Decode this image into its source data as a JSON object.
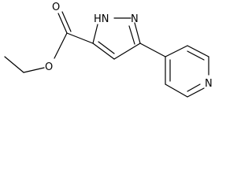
{
  "molecule": {
    "atoms": {
      "nh": "HN",
      "n2": "N",
      "o_carbonyl": "O",
      "o_ester": "O",
      "n_pyridine": "N"
    }
  }
}
